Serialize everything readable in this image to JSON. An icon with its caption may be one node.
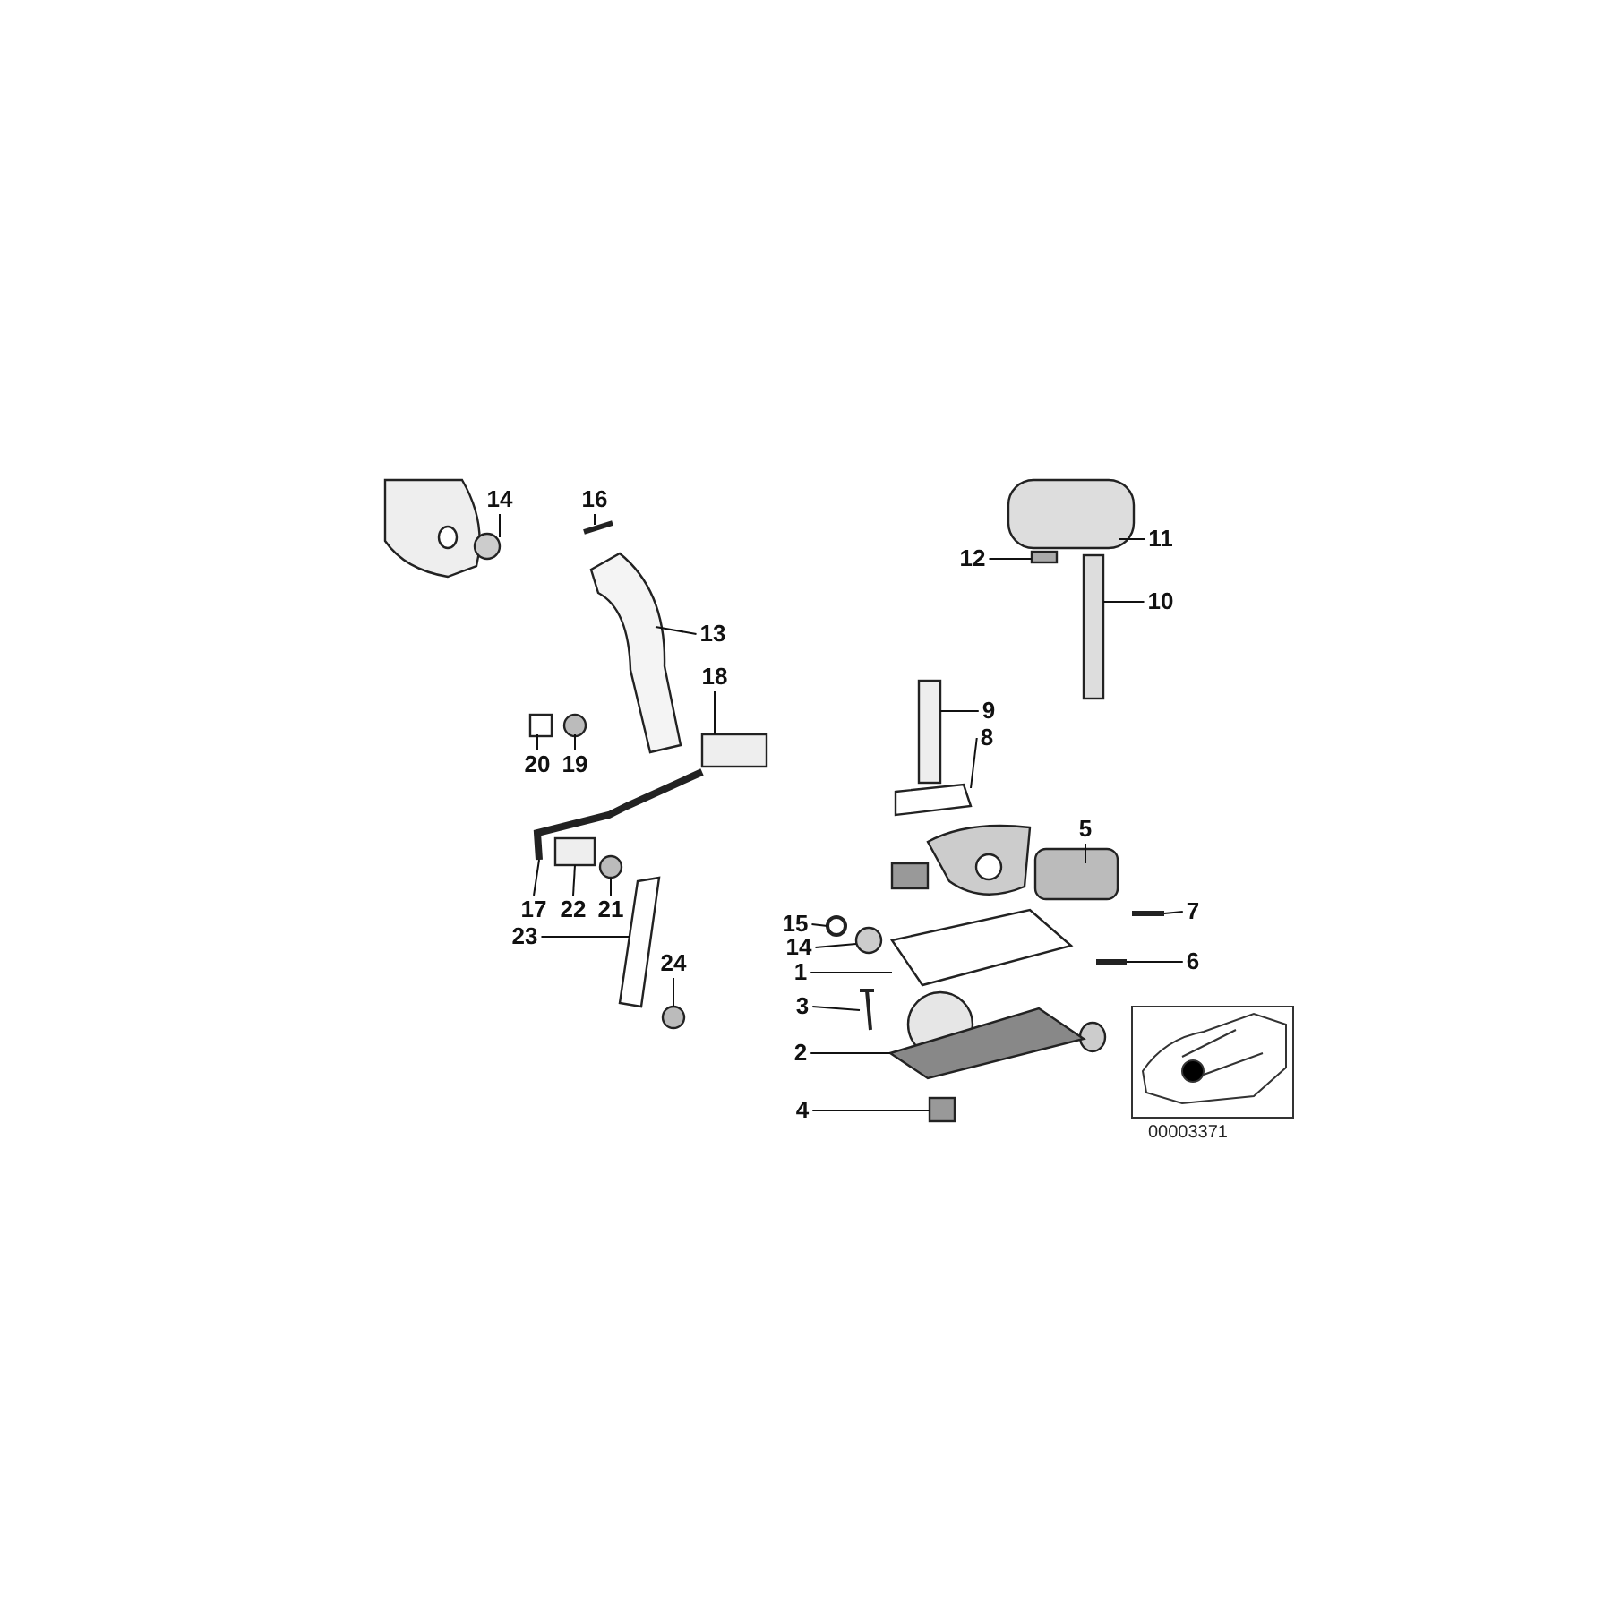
{
  "diagram": {
    "nodes": [
      {
        "text": [
          "14"
        ]
      },
      {
        "text": [
          "16"
        ]
      },
      {
        "text": [
          "13"
        ]
      },
      {
        "text": [
          "18"
        ]
      },
      {
        "text": [
          "20"
        ]
      },
      {
        "text": [
          "19"
        ]
      },
      {
        "text": [
          "17"
        ]
      },
      {
        "text": [
          "22"
        ]
      },
      {
        "text": [
          "21"
        ]
      },
      {
        "text": [
          "23"
        ]
      },
      {
        "text": [
          "24"
        ]
      },
      {
        "text": [
          "11"
        ]
      },
      {
        "text": [
          "12"
        ]
      },
      {
        "text": [
          "10"
        ]
      },
      {
        "text": [
          "9"
        ]
      },
      {
        "text": [
          "8"
        ]
      },
      {
        "text": [
          "5"
        ]
      },
      {
        "text": [
          "7"
        ]
      },
      {
        "text": [
          "15"
        ]
      },
      {
        "text": [
          "14"
        ]
      },
      {
        "text": [
          "6"
        ]
      },
      {
        "text": [
          "1"
        ]
      },
      {
        "text": [
          "3"
        ]
      },
      {
        "text": [
          "2"
        ]
      },
      {
        "text": [
          "4"
        ]
      },
      {
        "text": [],
        "shape": "box"
      },
      {
        "text": [],
        "shape": "bar"
      },
      {
        "text": [],
        "shape": "circle"
      },
      {
        "text": [],
        "shape": "box"
      },
      {
        "text": [],
        "shape": "bar"
      },
      {
        "text": [],
        "shape": "bar"
      },
      {
        "text": [],
        "shape": "bar"
      },
      {
        "text": [],
        "shape": "box"
      },
      {
        "text": [],
        "shape": "circle"
      },
      {
        "text": [],
        "shape": "box"
      },
      {
        "text": [],
        "shape": "bar"
      },
      {
        "text": [],
        "shape": "bar"
      },
      {
        "text": [],
        "shape": "box"
      },
      {
        "text": [],
        "shape": "box"
      },
      {
        "text": [],
        "shape": "circle"
      },
      {
        "text": [],
        "shape": "bar"
      },
      {
        "text": [],
        "shape": "bar"
      },
      {
        "text": [],
        "shape": "bar"
      },
      {
        "text": [],
        "shape": "circle"
      },
      {
        "text": [],
        "shape": "circle"
      },
      {
        "text": [],
        "shape": "bar"
      },
      {
        "text": [],
        "shape": "bar"
      },
      {
        "text": [],
        "shape": "circle"
      },
      {
        "text": [],
        "shape": "bar"
      },
      {
        "text": [],
        "shape": "box"
      }
    ],
    "edges": [
      {
        "from": 0,
        "to": 27,
        "arrow": "none"
      },
      {
        "from": 1,
        "to": 26,
        "arrow": "none"
      },
      {
        "from": 2,
        "to": 29,
        "arrow": "none"
      },
      {
        "from": 3,
        "to": 34,
        "arrow": "none"
      },
      {
        "from": 4,
        "to": 32,
        "arrow": "none"
      },
      {
        "from": 5,
        "to": 33,
        "arrow": "none"
      },
      {
        "from": 6,
        "to": 35,
        "arrow": "none"
      },
      {
        "from": 7,
        "to": 38,
        "arrow": "none"
      },
      {
        "from": 8,
        "to": 39,
        "arrow": "none"
      },
      {
        "from": 9,
        "to": 40,
        "arrow": "none"
      },
      {
        "from": 10,
        "to": 47,
        "arrow": "none"
      },
      {
        "from": 11,
        "to": 25,
        "arrow": "none"
      },
      {
        "from": 12,
        "to": 28,
        "arrow": "none"
      },
      {
        "from": 13,
        "to": 30,
        "arrow": "none"
      },
      {
        "from": 14,
        "to": 31,
        "arrow": "none"
      },
      {
        "from": 15,
        "to": 36,
        "arrow": "none"
      },
      {
        "from": 16,
        "to": 37,
        "arrow": "none"
      },
      {
        "from": 17,
        "to": 42,
        "arrow": "none"
      },
      {
        "from": 18,
        "to": 43,
        "arrow": "none"
      },
      {
        "from": 19,
        "to": 44,
        "arrow": "none"
      },
      {
        "from": 20,
        "to": 45,
        "arrow": "none"
      },
      {
        "from": 21,
        "to": 41,
        "arrow": "none"
      },
      {
        "from": 22,
        "to": 46,
        "arrow": "none"
      },
      {
        "from": 23,
        "to": 48,
        "arrow": "none"
      },
      {
        "from": 24,
        "to": 49,
        "arrow": "none"
      }
    ],
    "labels": [
      "00003371"
    ]
  }
}
